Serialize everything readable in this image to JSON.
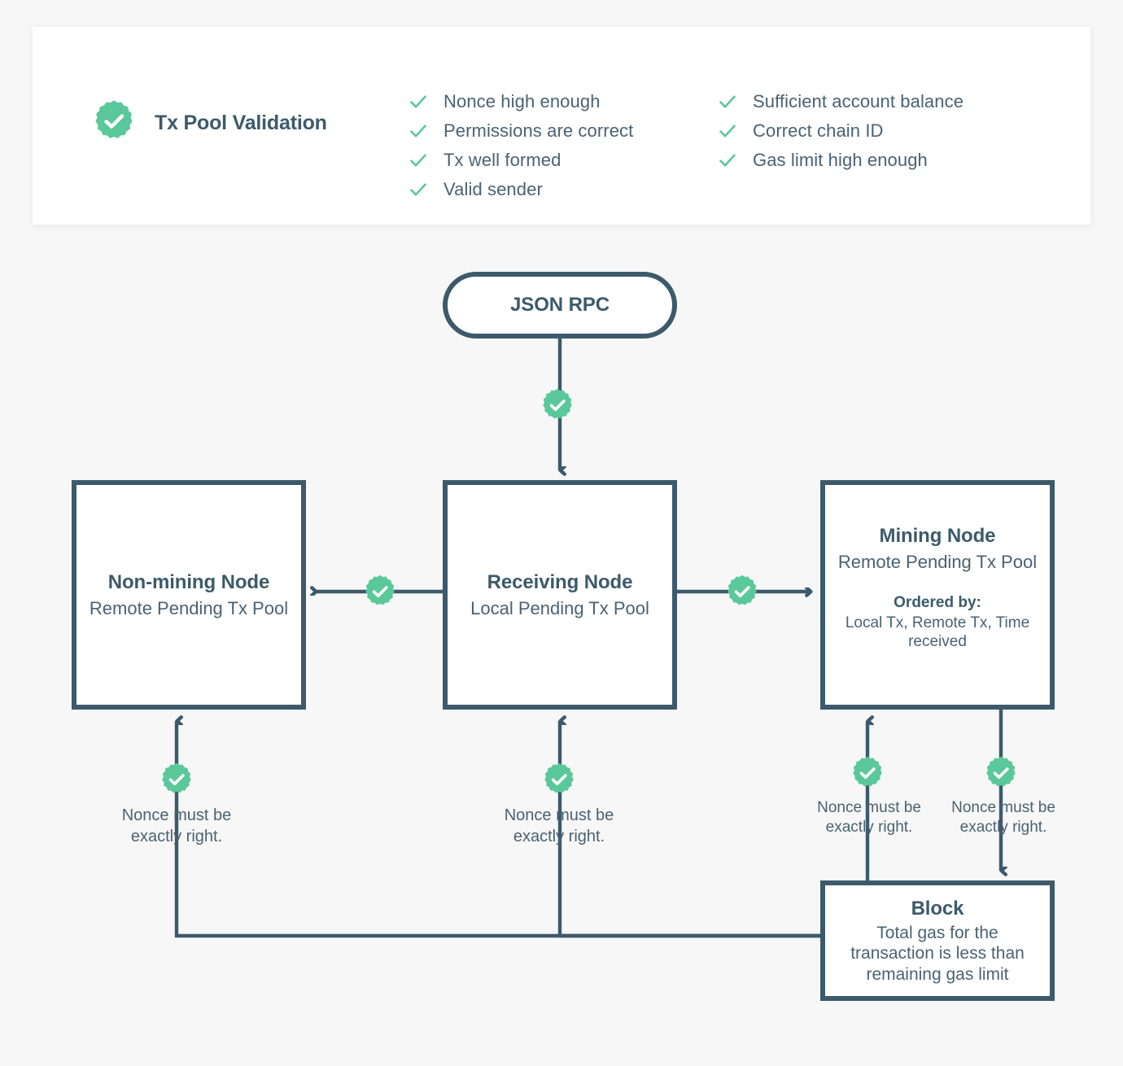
{
  "colors": {
    "page_background": "#f7f7f7",
    "card_background": "#ffffff",
    "accent_green": "#5ac89a",
    "ink_navy": "#3c5a6b",
    "text_slate": "#4a6272"
  },
  "validation_card": {
    "icon": "check-badge-icon",
    "title": "Tx Pool Validation",
    "checklist_left": [
      "Nonce high enough",
      "Permissions are correct",
      "Tx well formed",
      "Valid sender"
    ],
    "checklist_right": [
      "Sufficient account balance",
      "Correct chain ID",
      "Gas limit high enough"
    ]
  },
  "diagram": {
    "nodes": {
      "json_rpc": {
        "title": "JSON RPC"
      },
      "non_mining_node": {
        "title": "Non-mining Node",
        "subtitle": "Remote Pending\nTx Pool"
      },
      "receiving_node": {
        "title": "Receiving Node",
        "subtitle": "Local Pending\nTx Pool"
      },
      "mining_node": {
        "title": "Mining Node",
        "subtitle": "Remote Pending\nTx Pool",
        "ordered_by_label": "Ordered by:",
        "ordered_by_value": "Local Tx, Remote Tx,\nTime received"
      },
      "block": {
        "title": "Block",
        "subtitle": "Total gas for the\ntransaction is less than\nremaining gas limit"
      }
    },
    "edge_captions": {
      "non_mining_to_block": "Nonce must be\nexactly right.",
      "receiving_to_block": "Nonce must be\nexactly right.",
      "block_to_mining": "Nonce must be\nexactly right.",
      "mining_to_block": "Nonce must be\nexactly right."
    },
    "badge_icon": "check-badge-icon"
  }
}
